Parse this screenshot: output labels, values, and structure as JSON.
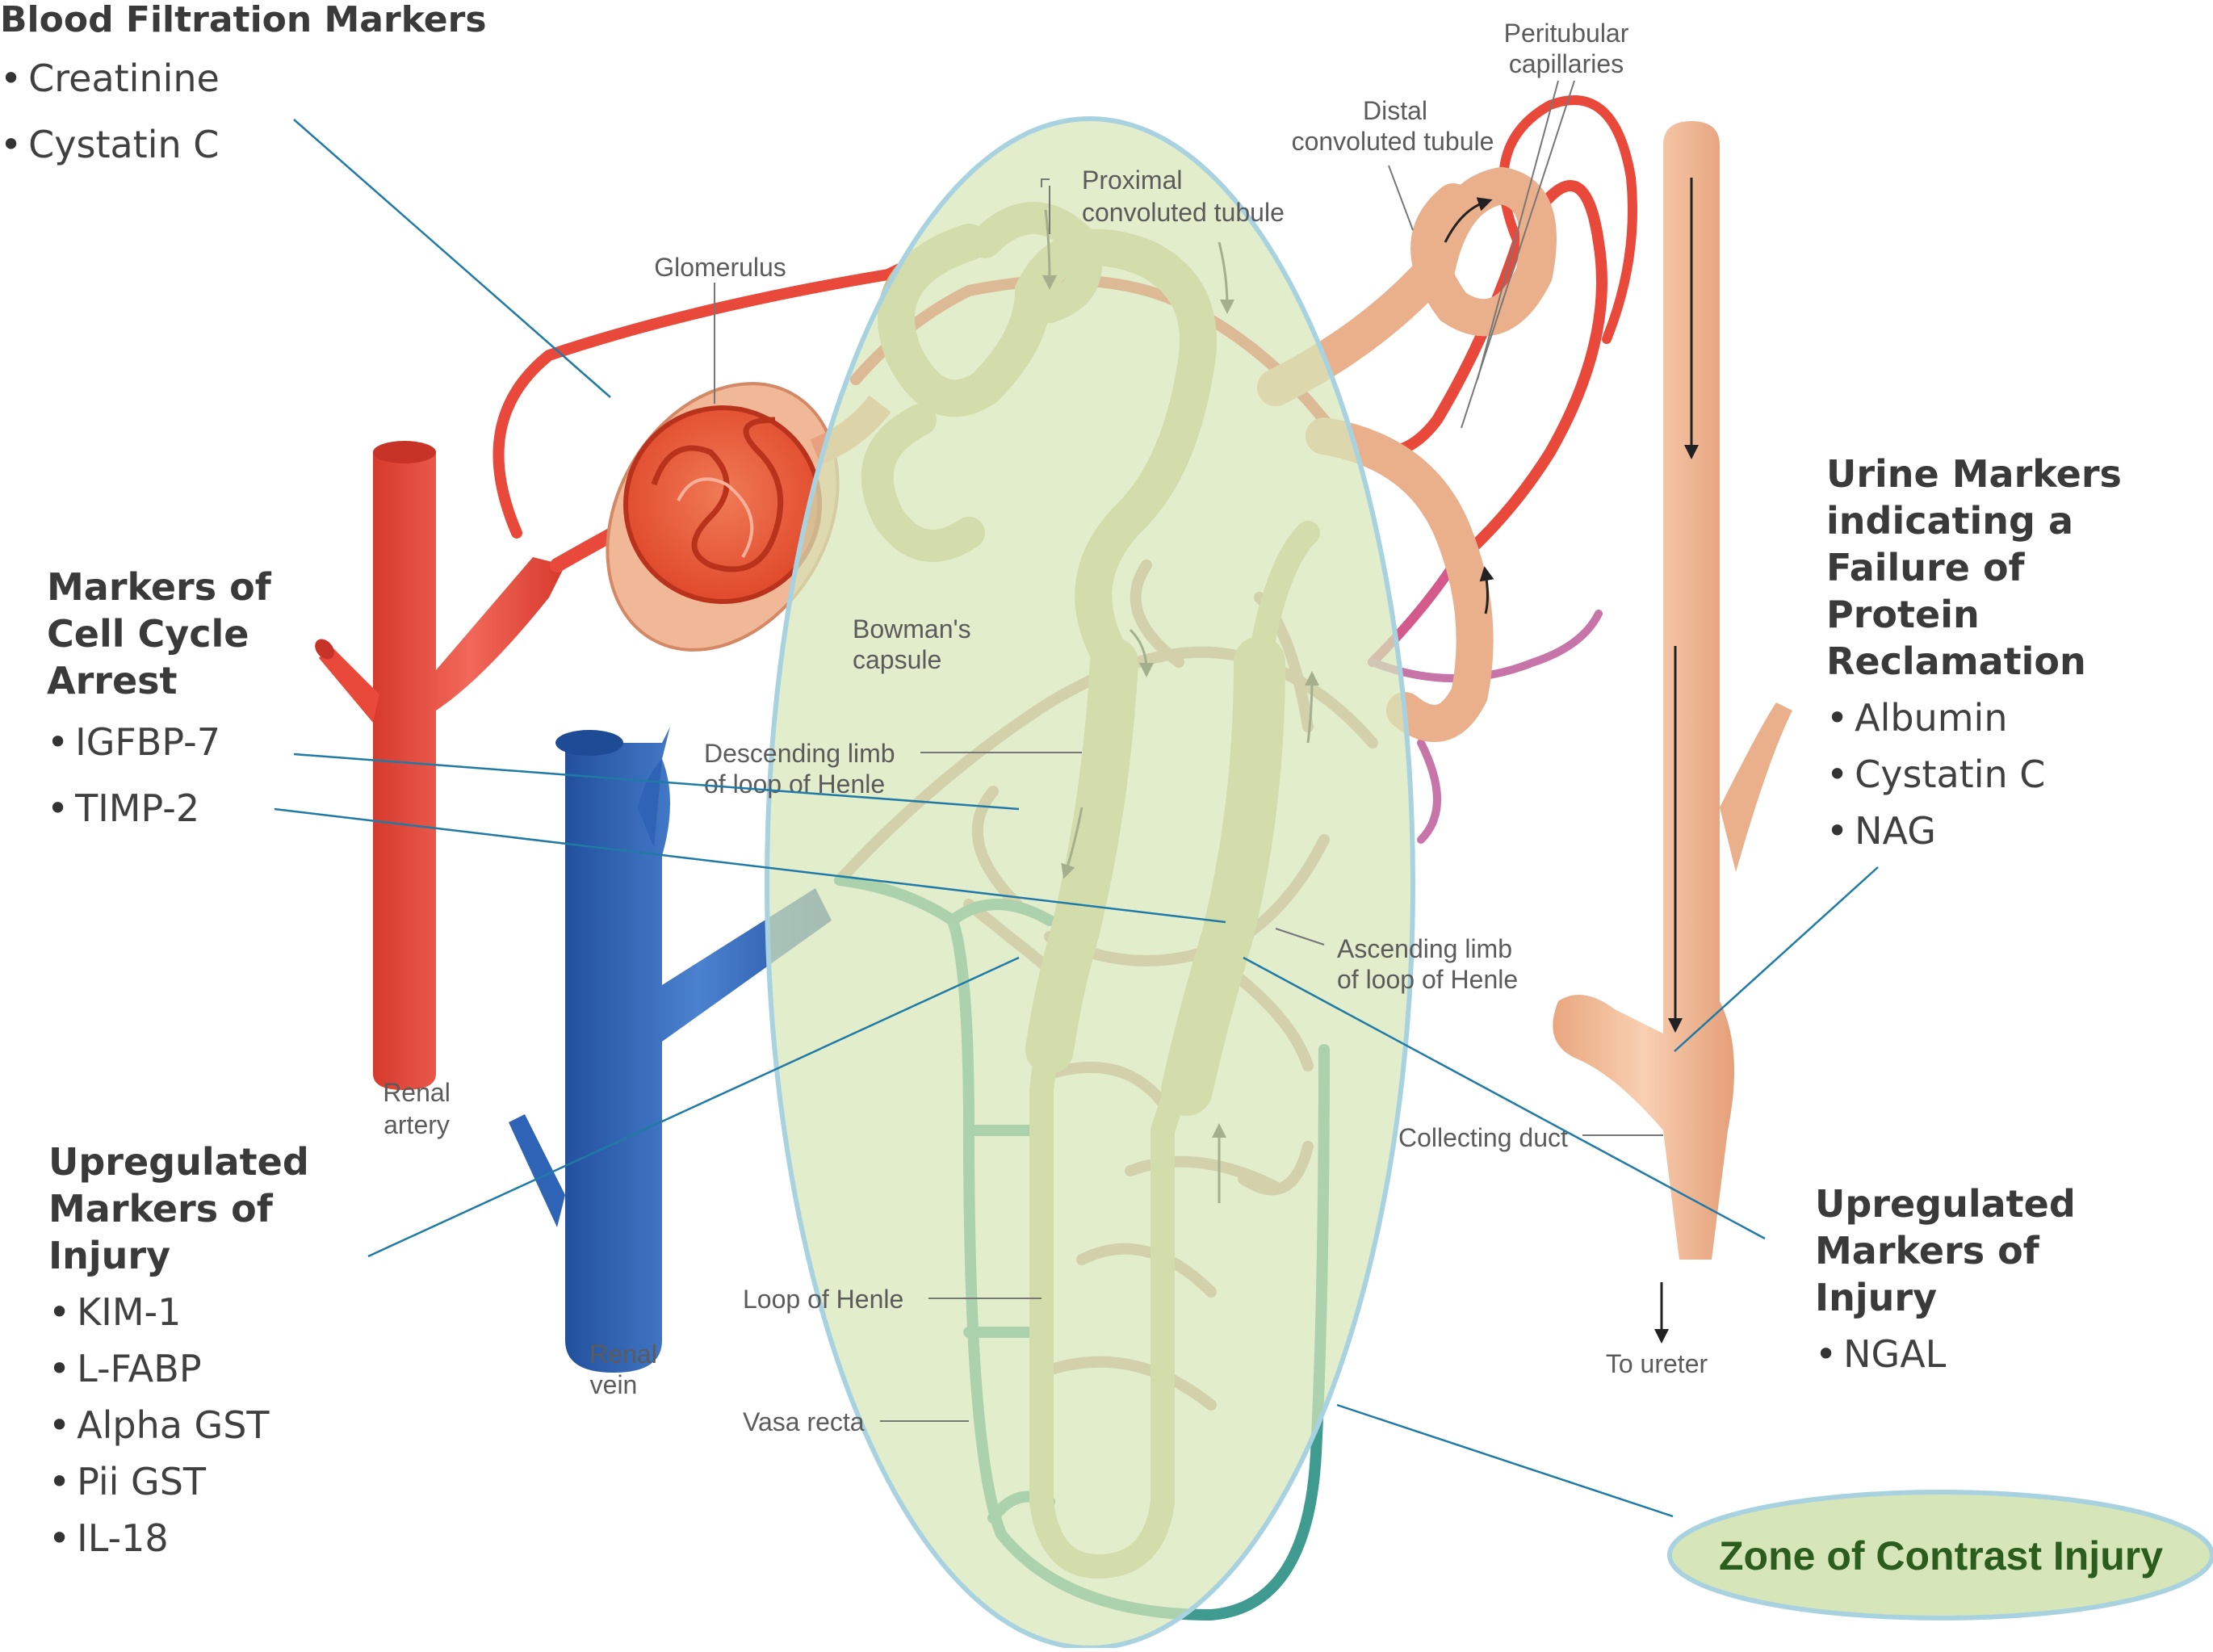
{
  "panels": {
    "blood_filtration": {
      "title": "Blood Filtration Markers",
      "items": [
        "Creatinine",
        "Cystatin C"
      ]
    },
    "cell_cycle": {
      "title": "Markers of Cell Cycle Arrest",
      "items": [
        "IGFBP-7",
        "TIMP-2"
      ]
    },
    "injury_left": {
      "title": "Upregulated Markers of Injury",
      "items": [
        "KIM-1",
        "L-FABP",
        "Alpha GST",
        "Pii GST",
        "IL-18"
      ]
    },
    "urine": {
      "title": "Urine Markers indicating a Failure of Protein Reclamation",
      "items": [
        "Albumin",
        "Cystatin C",
        "NAG"
      ]
    },
    "injury_right": {
      "title": "Upregulated Markers of Injury",
      "items": [
        "NGAL"
      ]
    }
  },
  "zone": {
    "label": "Zone of Contrast Injury"
  },
  "anatomy": {
    "peritubular_l1": "Peritubular",
    "peritubular_l2": "capillaries",
    "distal_l1": "Distal",
    "distal_l2": "convoluted tubule",
    "proximal_l1": "Proximal",
    "proximal_l2": "convoluted tubule",
    "glomerulus": "Glomerulus",
    "bowman_l1": "Bowman's",
    "bowman_l2": "capsule",
    "descending_l1": "Descending limb",
    "descending_l2": "of loop of Henle",
    "ascending_l1": "Ascending limb",
    "ascending_l2": "of loop of Henle",
    "renal_artery_l1": "Renal",
    "renal_artery_l2": "artery",
    "renal_vein_l1": "Renal",
    "renal_vein_l2": "vein",
    "collecting_duct": "Collecting duct",
    "to_ureter": "To ureter",
    "loop_henle": "Loop of Henle",
    "vasa_recta": "Vasa recta"
  },
  "colors": {
    "artery": "#e8493a",
    "vein": "#2f63b5",
    "tubule": "#f2b994",
    "zone_fill": "#d7e6b9",
    "zone_stroke": "#a9d2e0",
    "leader": "#1f7aa6",
    "capillary": "#c59a8c",
    "teal": "#3f9a8f"
  }
}
